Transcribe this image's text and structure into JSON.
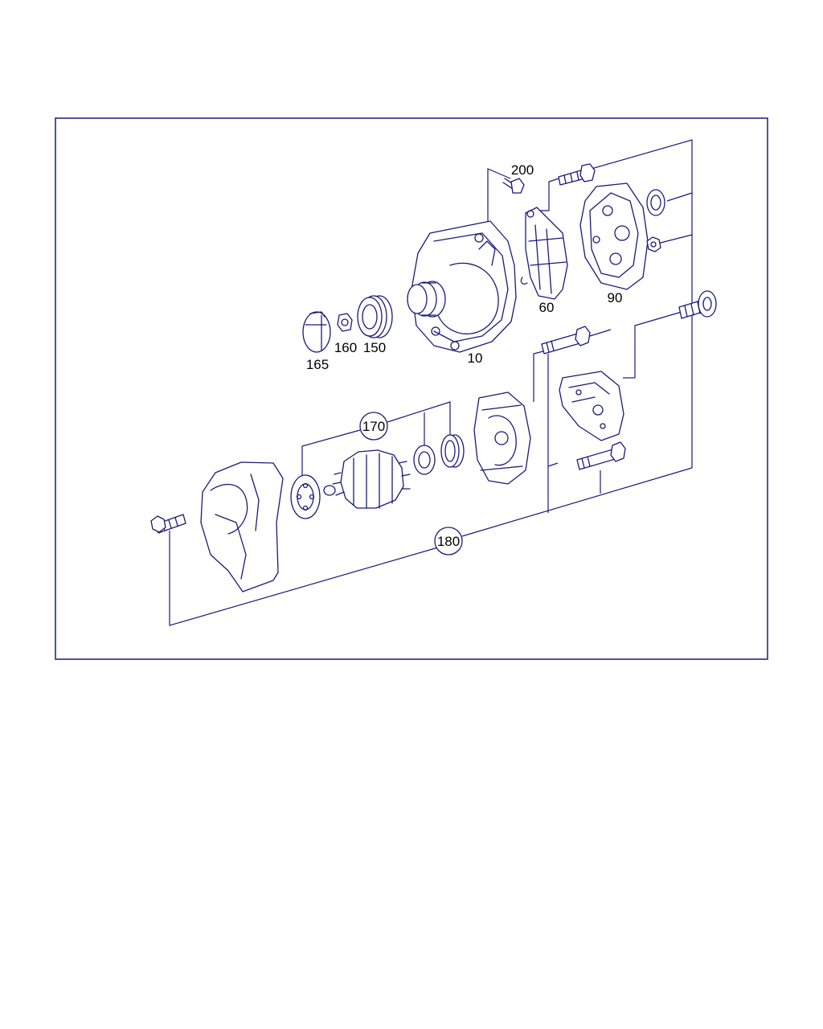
{
  "labels": {
    "part_10": "10",
    "part_60": "60",
    "part_90": "90",
    "part_150": "150",
    "part_160": "160",
    "part_165": "165",
    "part_170": "170",
    "part_180": "180",
    "part_200": "200"
  },
  "colors": {
    "line": "#1a1a7a",
    "frame": "#1a1a7a",
    "text": "#000000",
    "background": "#ffffff"
  }
}
